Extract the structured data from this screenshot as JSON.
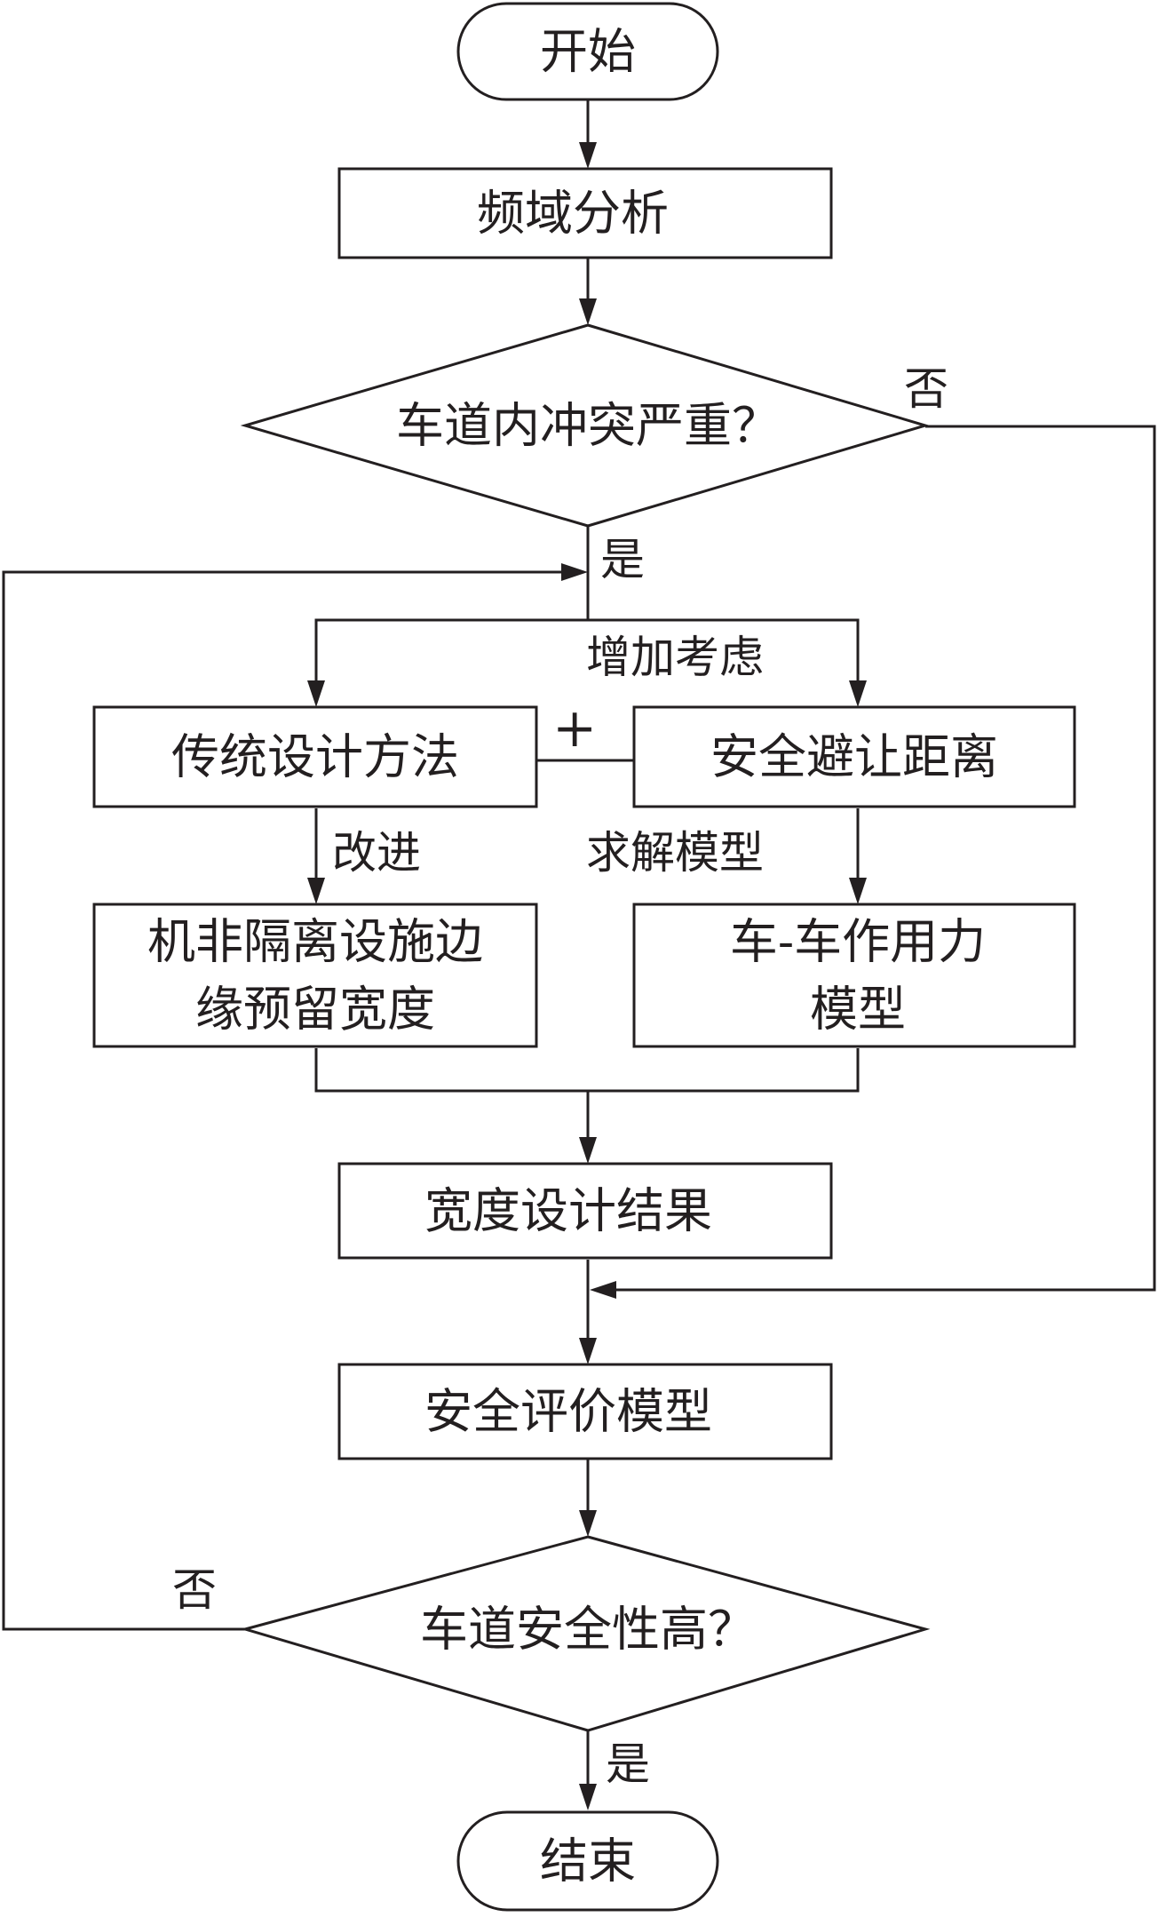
{
  "nodes": {
    "start": "开始",
    "frequency_analysis": "频域分析",
    "decision_conflict": "车道内冲突严重？",
    "traditional_method": "传统设计方法",
    "safe_avoid_distance": "安全避让距离",
    "edge_reserve_width": [
      "机非隔离设施边",
      "缘预留宽度"
    ],
    "car_force_model": [
      "车-车作用力",
      "模型"
    ],
    "width_result": "宽度设计结果",
    "safety_eval_model": "安全评价模型",
    "decision_safety": "车道安全性高？",
    "end": "结束"
  },
  "labels": {
    "no_top": "否",
    "yes_top": "是",
    "add_consider": "增加考虑",
    "plus": "+",
    "improve": "改进",
    "solve_model": "求解模型",
    "no_bottom": "否",
    "yes_bottom": "是"
  },
  "colors": {
    "stroke": "#231f20",
    "background": "#ffffff"
  }
}
